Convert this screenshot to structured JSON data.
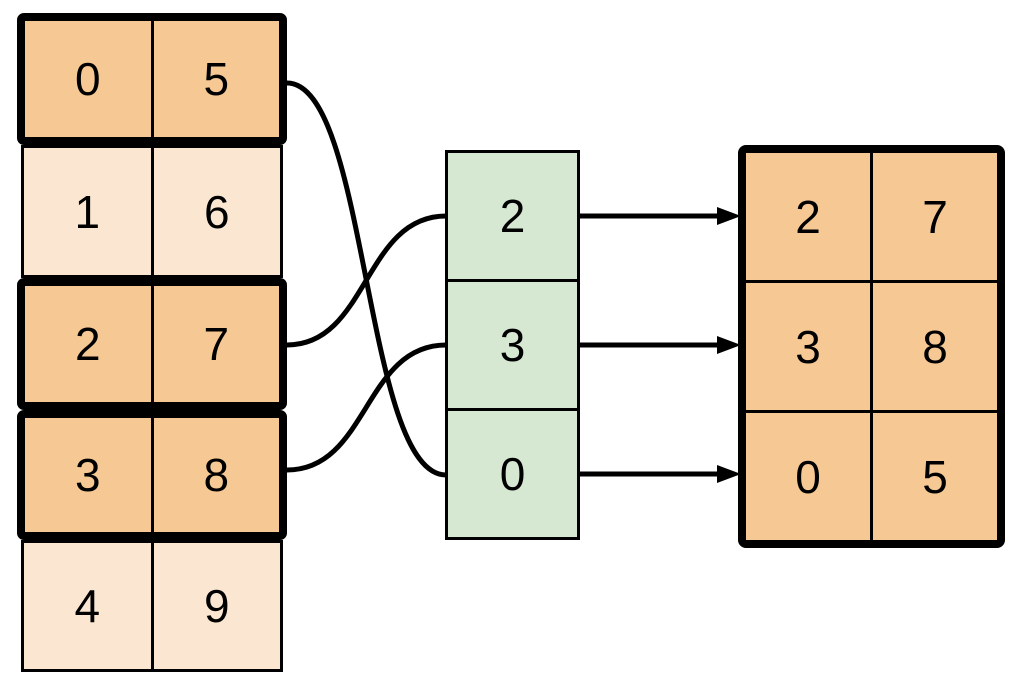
{
  "source_table": {
    "rows": [
      {
        "cells": [
          "0",
          "5"
        ],
        "highlighted": true
      },
      {
        "cells": [
          "1",
          "6"
        ],
        "highlighted": false
      },
      {
        "cells": [
          "2",
          "7"
        ],
        "highlighted": true
      },
      {
        "cells": [
          "3",
          "8"
        ],
        "highlighted": true
      },
      {
        "cells": [
          "4",
          "9"
        ],
        "highlighted": false
      }
    ]
  },
  "index_column": {
    "cells": [
      "2",
      "3",
      "0"
    ]
  },
  "result_table": {
    "rows": [
      [
        "2",
        "7"
      ],
      [
        "3",
        "8"
      ],
      [
        "0",
        "5"
      ]
    ]
  },
  "connections": {
    "curves": [
      {
        "from_source_row": 0,
        "to_index_cell": 2
      },
      {
        "from_source_row": 2,
        "to_index_cell": 0
      },
      {
        "from_source_row": 3,
        "to_index_cell": 1
      }
    ],
    "arrows": [
      {
        "from_index_cell": 0,
        "to_result_row": 0
      },
      {
        "from_index_cell": 1,
        "to_result_row": 1
      },
      {
        "from_index_cell": 2,
        "to_result_row": 2
      }
    ]
  },
  "colors": {
    "highlight_fill": "#F6C893",
    "muted_fill": "#FBE7D1",
    "index_fill": "#D6E8D2",
    "stroke": "#000000",
    "background": "#FFFFFF"
  }
}
